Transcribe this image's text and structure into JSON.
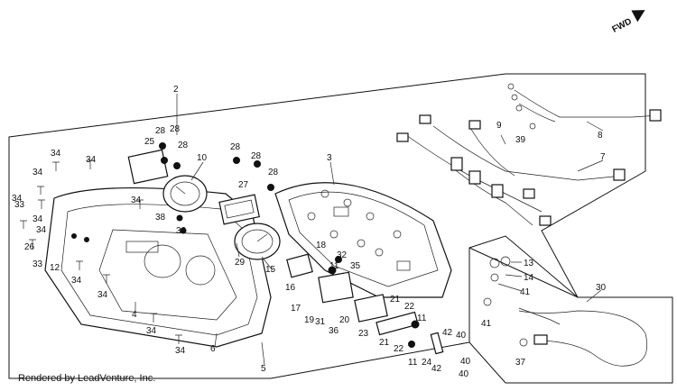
{
  "direction_label": "FWD",
  "credit": "Rendered by LeadVenture, Inc.",
  "callouts": [
    {
      "id": "2",
      "text": "2"
    },
    {
      "id": "3",
      "text": "3"
    },
    {
      "id": "4",
      "text": "4"
    },
    {
      "id": "5",
      "text": "5"
    },
    {
      "id": "6",
      "text": "6"
    },
    {
      "id": "7",
      "text": "7"
    },
    {
      "id": "8",
      "text": "8"
    },
    {
      "id": "9",
      "text": "9"
    },
    {
      "id": "10",
      "text": "10"
    },
    {
      "id": "11a",
      "text": "11"
    },
    {
      "id": "11b",
      "text": "11"
    },
    {
      "id": "11c",
      "text": "11"
    },
    {
      "id": "12",
      "text": "12"
    },
    {
      "id": "13",
      "text": "13"
    },
    {
      "id": "14",
      "text": "14"
    },
    {
      "id": "15",
      "text": "15"
    },
    {
      "id": "16",
      "text": "16"
    },
    {
      "id": "17",
      "text": "17"
    },
    {
      "id": "18",
      "text": "18"
    },
    {
      "id": "19",
      "text": "19"
    },
    {
      "id": "20",
      "text": "20"
    },
    {
      "id": "21a",
      "text": "21"
    },
    {
      "id": "21b",
      "text": "21"
    },
    {
      "id": "22a",
      "text": "22"
    },
    {
      "id": "22b",
      "text": "22"
    },
    {
      "id": "23",
      "text": "23"
    },
    {
      "id": "24",
      "text": "24"
    },
    {
      "id": "25",
      "text": "25"
    },
    {
      "id": "26",
      "text": "26"
    },
    {
      "id": "27",
      "text": "27"
    },
    {
      "id": "28a",
      "text": "28"
    },
    {
      "id": "28b",
      "text": "28"
    },
    {
      "id": "28c",
      "text": "28"
    },
    {
      "id": "28d",
      "text": "28"
    },
    {
      "id": "28e",
      "text": "28"
    },
    {
      "id": "28f",
      "text": "28"
    },
    {
      "id": "29",
      "text": "29"
    },
    {
      "id": "30",
      "text": "30"
    },
    {
      "id": "31",
      "text": "31"
    },
    {
      "id": "32",
      "text": "32"
    },
    {
      "id": "33a",
      "text": "33"
    },
    {
      "id": "33b",
      "text": "33"
    },
    {
      "id": "34a",
      "text": "34"
    },
    {
      "id": "34b",
      "text": "34"
    },
    {
      "id": "34c",
      "text": "34"
    },
    {
      "id": "34d",
      "text": "34"
    },
    {
      "id": "34e",
      "text": "34"
    },
    {
      "id": "34f",
      "text": "34"
    },
    {
      "id": "34g",
      "text": "34"
    },
    {
      "id": "34h",
      "text": "34"
    },
    {
      "id": "34i",
      "text": "34"
    },
    {
      "id": "34j",
      "text": "34"
    },
    {
      "id": "34k",
      "text": "34"
    },
    {
      "id": "35",
      "text": "35"
    },
    {
      "id": "36",
      "text": "36"
    },
    {
      "id": "37",
      "text": "37"
    },
    {
      "id": "38a",
      "text": "38"
    },
    {
      "id": "38b",
      "text": "38"
    },
    {
      "id": "39",
      "text": "39"
    },
    {
      "id": "40a",
      "text": "40"
    },
    {
      "id": "40b",
      "text": "40"
    },
    {
      "id": "40c",
      "text": "40"
    },
    {
      "id": "41a",
      "text": "41"
    },
    {
      "id": "41b",
      "text": "41"
    },
    {
      "id": "42a",
      "text": "42"
    },
    {
      "id": "42b",
      "text": "42"
    }
  ]
}
